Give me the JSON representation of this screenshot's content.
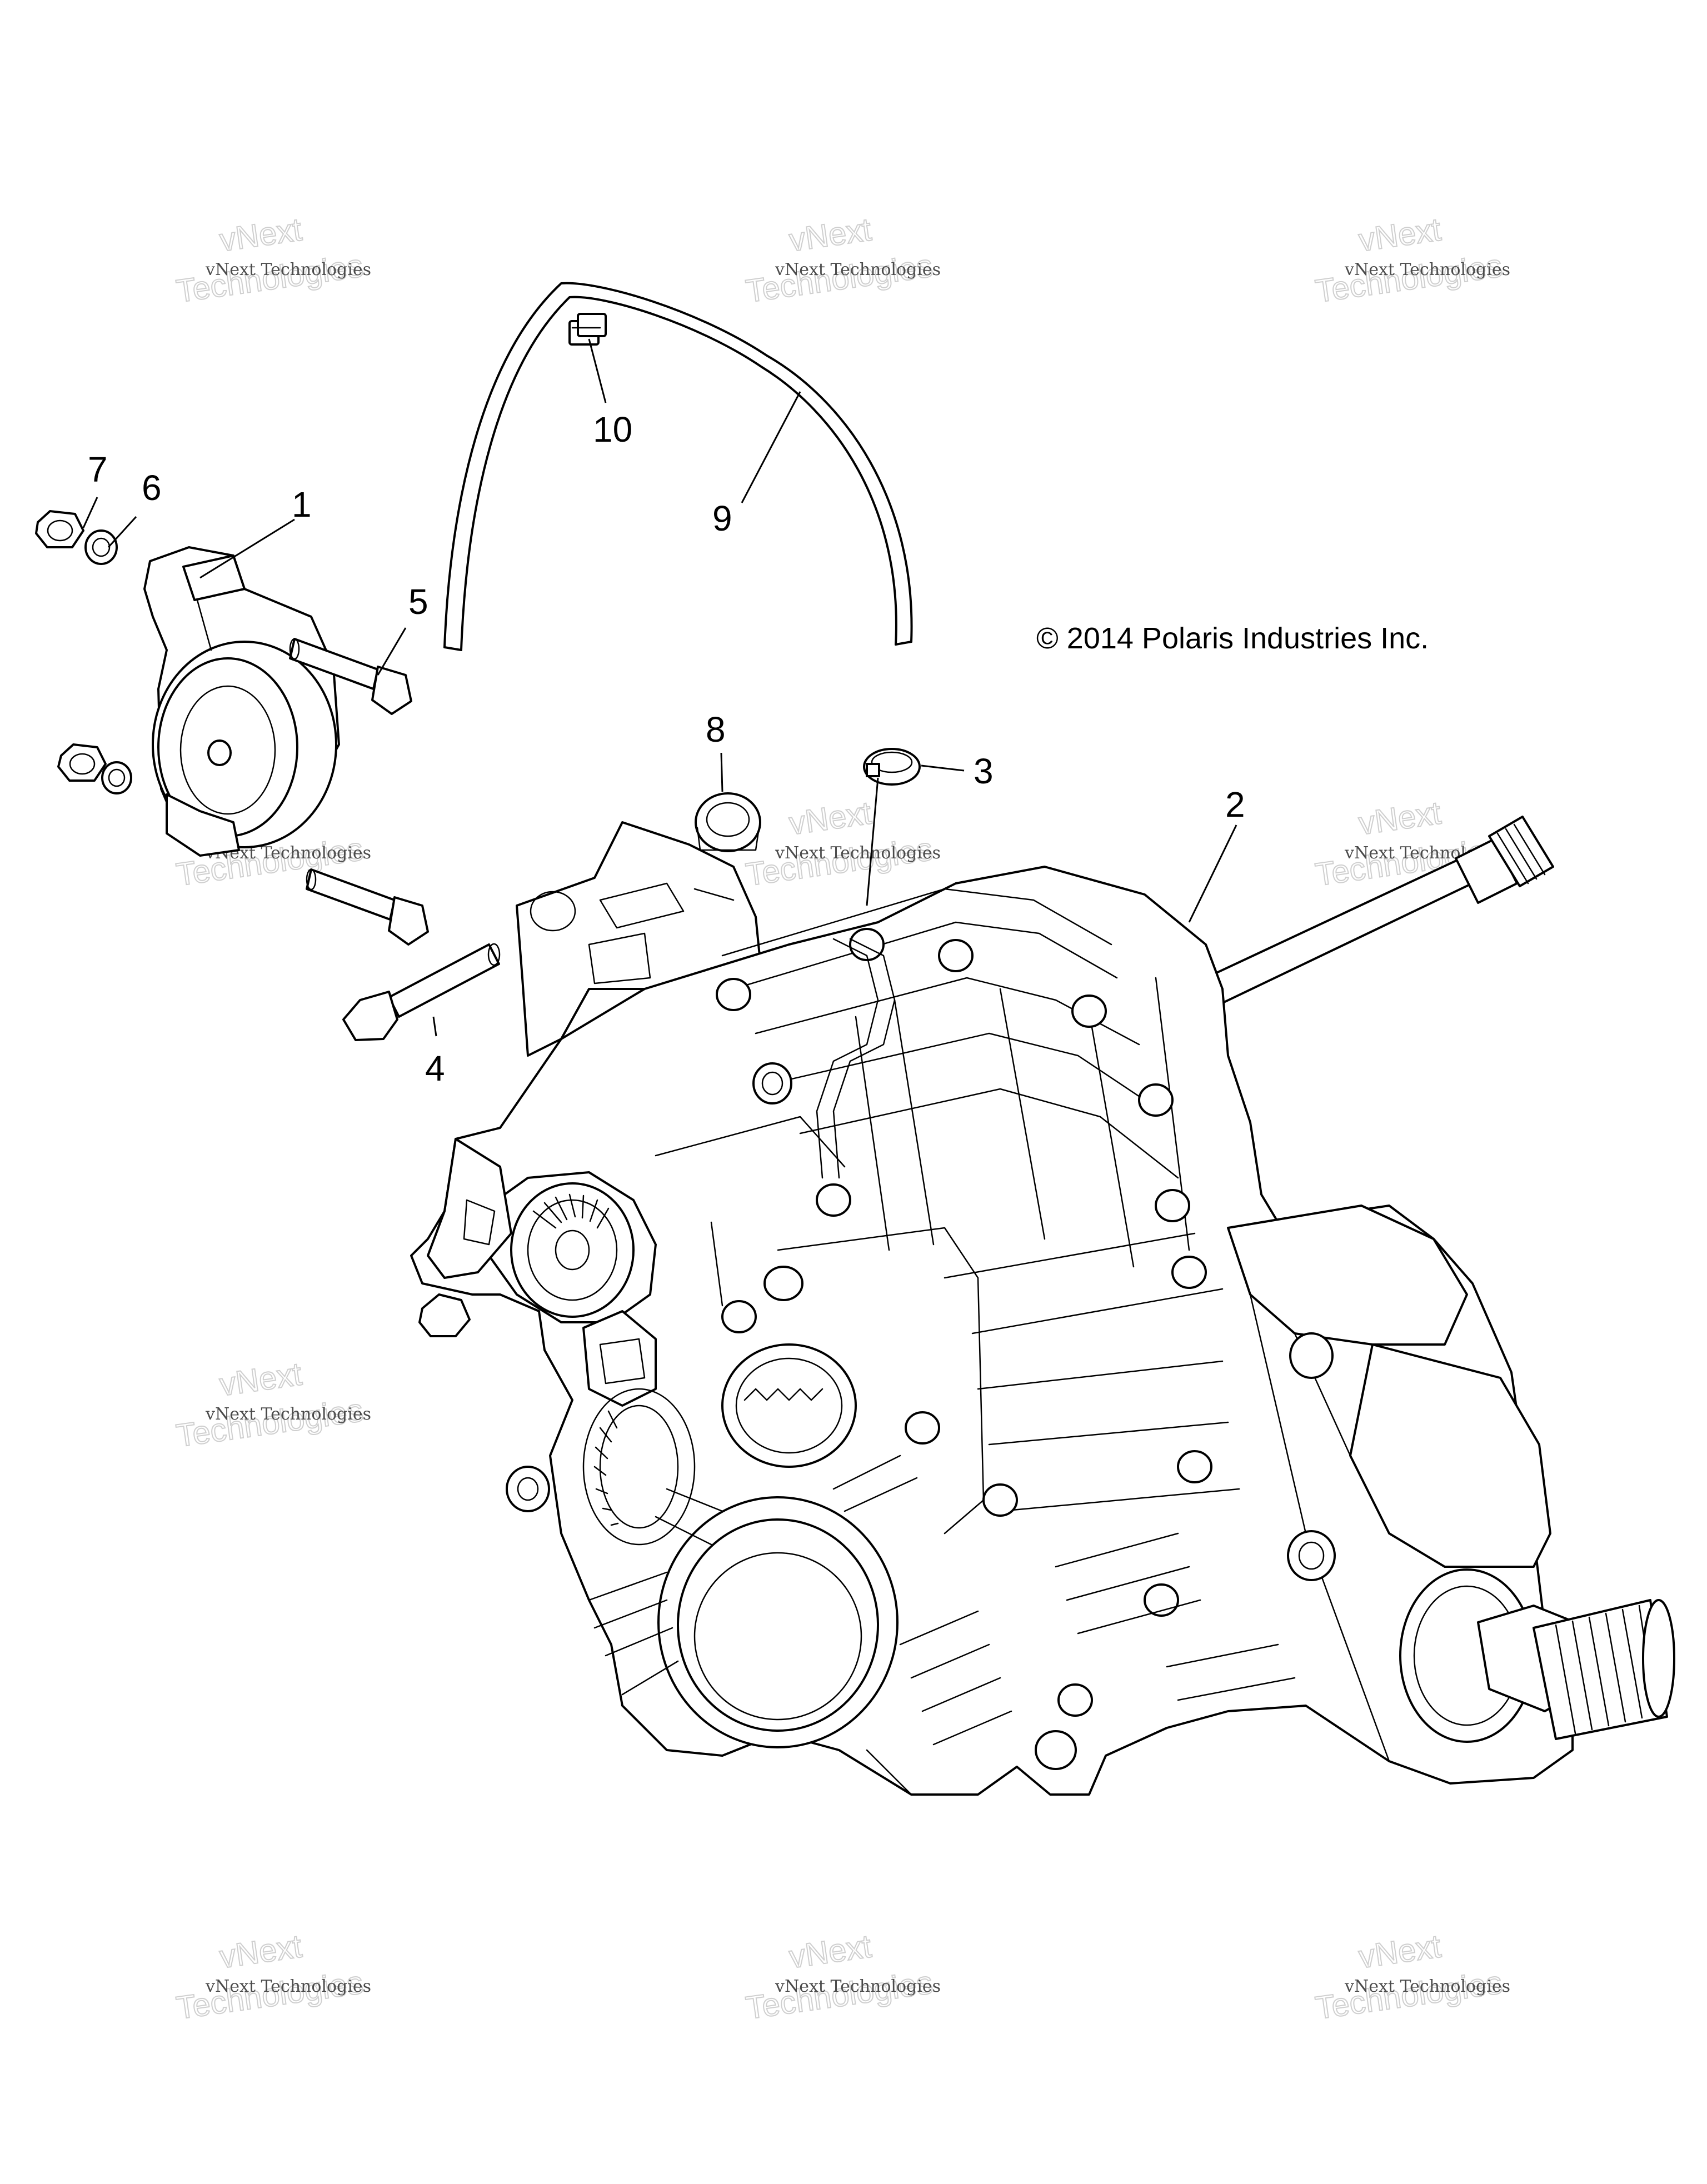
{
  "copyright": "© 2014 Polaris Industries Inc.",
  "watermark": {
    "line1": "vNext Technologies",
    "line2": "Technologies",
    "line3": "vNext"
  },
  "callouts": [
    {
      "id": "1",
      "label": "1"
    },
    {
      "id": "2",
      "label": "2"
    },
    {
      "id": "3",
      "label": "3"
    },
    {
      "id": "4",
      "label": "4"
    },
    {
      "id": "5",
      "label": "5"
    },
    {
      "id": "6",
      "label": "6"
    },
    {
      "id": "7",
      "label": "7"
    },
    {
      "id": "8",
      "label": "8"
    },
    {
      "id": "9",
      "label": "9"
    },
    {
      "id": "10",
      "label": "10"
    }
  ],
  "parts": {
    "1": "gear-position-sensor",
    "2": "transmission-assembly",
    "3": "hose-clamp",
    "4": "mount-bolt",
    "5": "mount-bolt",
    "6": "washer",
    "7": "nut",
    "8": "bushing",
    "9": "vent-hose",
    "10": "hose-clip"
  },
  "colors": {
    "line": "#000000",
    "background": "#ffffff",
    "watermark": "#cfcfcf"
  }
}
